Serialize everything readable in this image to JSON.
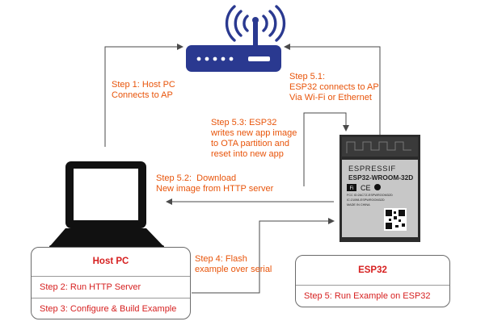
{
  "router": {
    "icon": "wifi-router-icon"
  },
  "laptop": {
    "icon": "laptop-icon"
  },
  "module": {
    "brand": "ESPRESSIF",
    "model": "ESP32-WROOM-32D",
    "fine_print": [
      "FCC ID:2AC7Z-ESPWROOM32D",
      "IC:21098-ESPWROOM32D",
      "MADE IN CHINA"
    ],
    "icons": [
      "wifi-logo-icon",
      "ce-mark-icon",
      "qr-code-icon"
    ]
  },
  "steps": {
    "step1": [
      "Step 1: Host PC",
      "Connects to AP"
    ],
    "step5_1": [
      "Step 5.1:",
      "ESP32 connects to AP",
      "Via Wi-Fi or Ethernet"
    ],
    "step5_3": [
      "Step 5.3: ESP32",
      "writes new app image",
      "to OTA partition and",
      "reset into new app"
    ],
    "step5_2": [
      "Step 5.2:  Download",
      "New image from HTTP server"
    ],
    "step4": [
      "Step 4: Flash",
      "example over serial"
    ]
  },
  "host_box": {
    "title": "Host PC",
    "rows": [
      "Step 2: Run HTTP Server",
      "Step 3: Configure & Build Example"
    ]
  },
  "esp_box": {
    "title": "ESP32",
    "rows": [
      "Step 5: Run Example on ESP32"
    ]
  },
  "colors": {
    "label": "#e8540a",
    "box_text": "#d61f1f",
    "router": "#2a3990",
    "arrow": "#4a4a4a"
  }
}
